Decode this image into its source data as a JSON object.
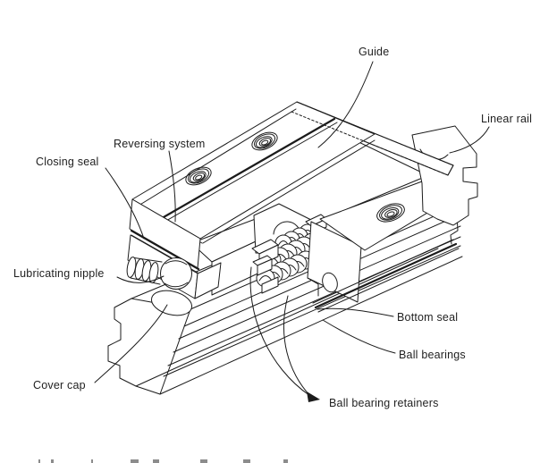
{
  "figure": {
    "background_color": "#ffffff",
    "line_color": "#1b1b1b"
  },
  "labels": {
    "guide": "Guide",
    "linear_rail": "Linear rail",
    "reversing_system": "Reversing system",
    "closing_seal": "Closing seal",
    "lubricating_nipple": "Lubricating nipple",
    "cover_cap": "Cover cap",
    "bottom_seal": "Bottom seal",
    "ball_bearings": "Ball bearings",
    "ball_bearing_retainers": "Ball bearing retainers"
  }
}
